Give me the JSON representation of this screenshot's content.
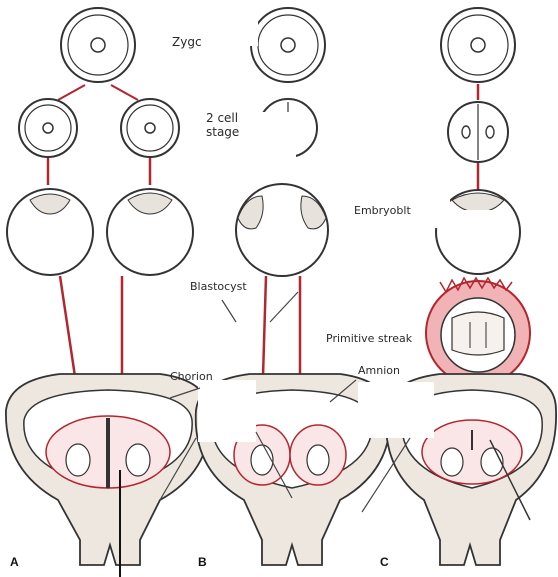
{
  "labels": {
    "zygote": "Zygc",
    "two_cell_line1": "2 cell",
    "two_cell_line2": "stage",
    "embryoblast": "Embryoblt",
    "blastocyst": "Blastocyst",
    "primitive_streak": "Primitive streak",
    "chorion": "Chorion",
    "amnion": "Amnion"
  },
  "panels": [
    "A",
    "B",
    "C"
  ],
  "colors": {
    "arrow": "#b3262e",
    "amnion_fill": "#f2b3b6",
    "outline": "#333333",
    "tissue": "#d9d0c8"
  }
}
